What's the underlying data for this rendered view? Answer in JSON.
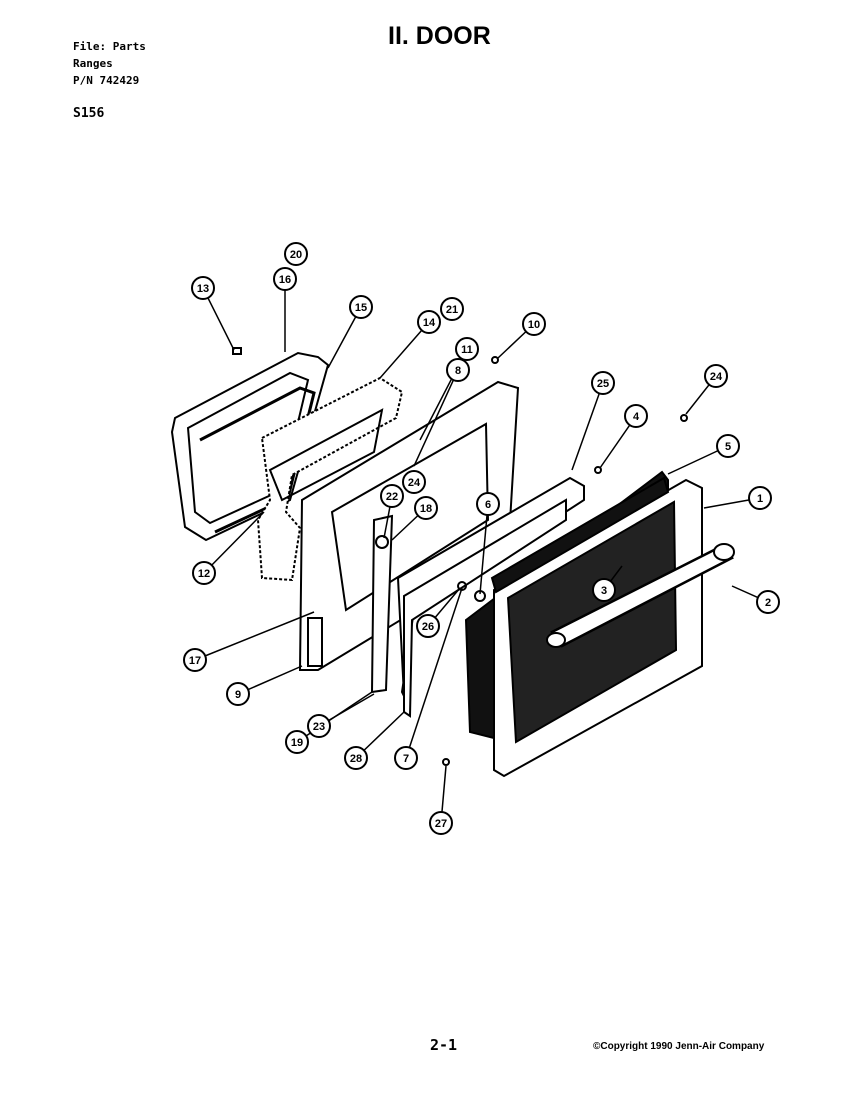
{
  "header": {
    "file_line": "File: Parts",
    "category_line": "Ranges",
    "part_number_line": "P/N 742429",
    "model": "S156",
    "title": "II. DOOR"
  },
  "footer": {
    "page_number": "2-1",
    "copyright": "©Copyright 1990 Jenn-Air Company"
  },
  "callouts": [
    "1",
    "2",
    "3",
    "4",
    "5",
    "6",
    "7",
    "8",
    "9",
    "10",
    "11",
    "12",
    "13",
    "14",
    "15",
    "16",
    "17",
    "18",
    "19",
    "20",
    "21",
    "22",
    "23",
    "24",
    "25",
    "26",
    "27",
    "28"
  ]
}
